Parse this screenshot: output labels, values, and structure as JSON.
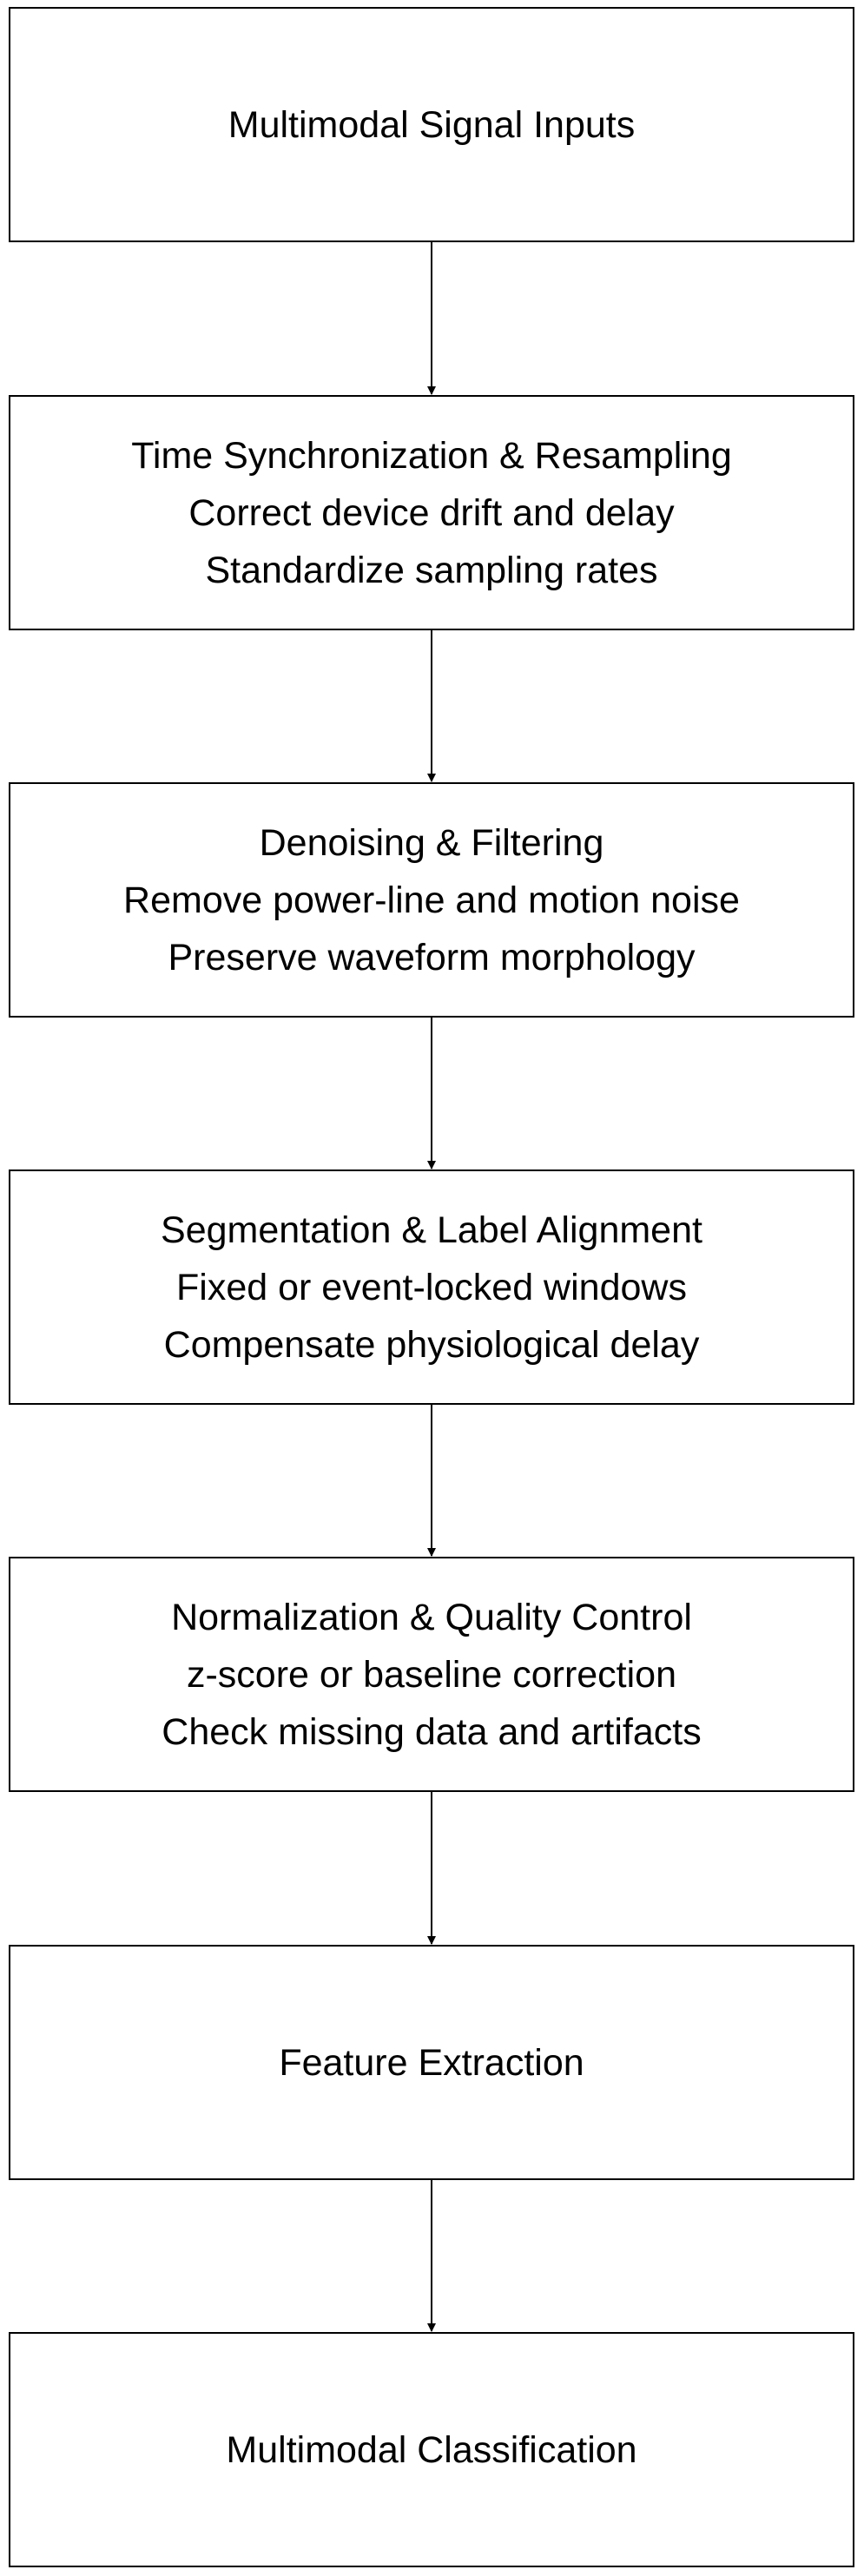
{
  "flowchart": {
    "steps": [
      {
        "lines": [
          "Multimodal Signal Inputs"
        ]
      },
      {
        "lines": [
          "Time Synchronization & Resampling",
          "Correct device drift and delay",
          "Standardize sampling rates"
        ]
      },
      {
        "lines": [
          "Denoising & Filtering",
          "Remove power-line and motion noise",
          "Preserve waveform morphology"
        ]
      },
      {
        "lines": [
          "Segmentation & Label Alignment",
          "Fixed or event-locked windows",
          "Compensate physiological delay"
        ]
      },
      {
        "lines": [
          "Normalization & Quality Control",
          "z-score or baseline correction",
          "Check missing data and artifacts"
        ]
      },
      {
        "lines": [
          "Feature Extraction"
        ]
      },
      {
        "lines": [
          "Multimodal Classification"
        ]
      }
    ]
  },
  "colors": {
    "stroke": "#000000",
    "box_fill": "#ffffff",
    "text": "#000000"
  }
}
